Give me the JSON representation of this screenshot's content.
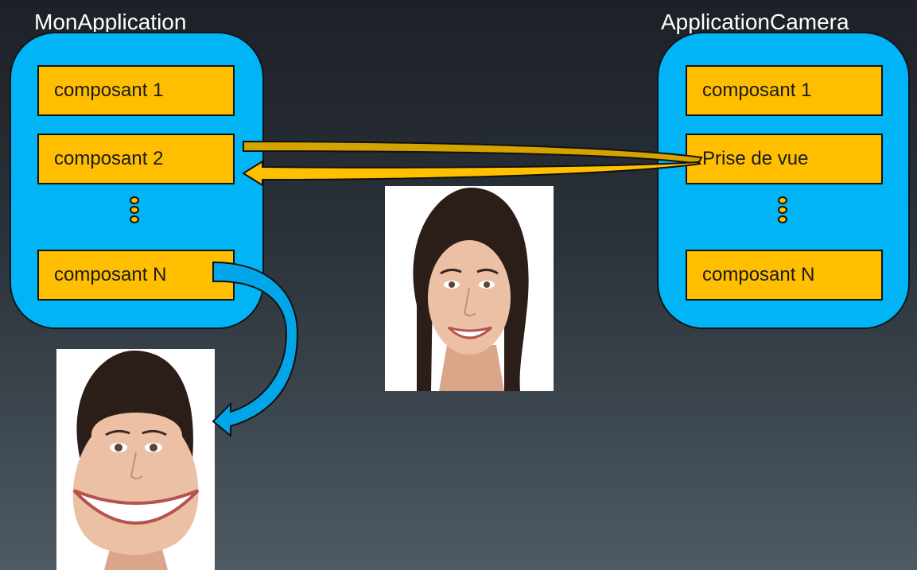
{
  "left_app": {
    "title": "MonApplication",
    "components": [
      "composant 1",
      "composant 2",
      "composant N"
    ]
  },
  "right_app": {
    "title": "ApplicationCamera",
    "components": [
      "composant 1",
      "Prise de vue",
      "composant N"
    ]
  },
  "colors": {
    "app_box": "#00b4f5",
    "component": "#ffbe00",
    "arrow_dark": "#d5a300",
    "arrow_light": "#ffc000",
    "arrow_blue": "#00a6e8"
  },
  "icons": {
    "photo_original": "face-photo-icon",
    "photo_distorted": "distorted-face-photo-icon",
    "ellipsis": "vertical-ellipsis-icon"
  }
}
